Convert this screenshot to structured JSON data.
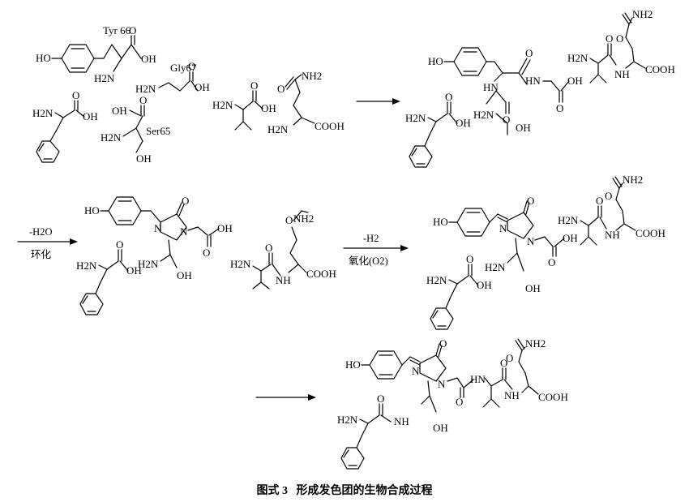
{
  "labels": {
    "tyr": "Tyr 66",
    "gly": "Gly67",
    "ser": "Ser65"
  },
  "groups": {
    "ho": "HO",
    "oh": "OH",
    "h2n": "H2N",
    "nh2": "NH2",
    "cooh": "COOH",
    "o": "O",
    "nh": "NH",
    "hn": "HN",
    "n": "N"
  },
  "conditions": {
    "step2_above": "-H2O",
    "step2_below": "环化",
    "step3_above": "-H2",
    "step3_below": "氧化(O2)"
  },
  "caption": {
    "figure_no": "图式 3",
    "title": "形成发色团的生物合成过程"
  }
}
